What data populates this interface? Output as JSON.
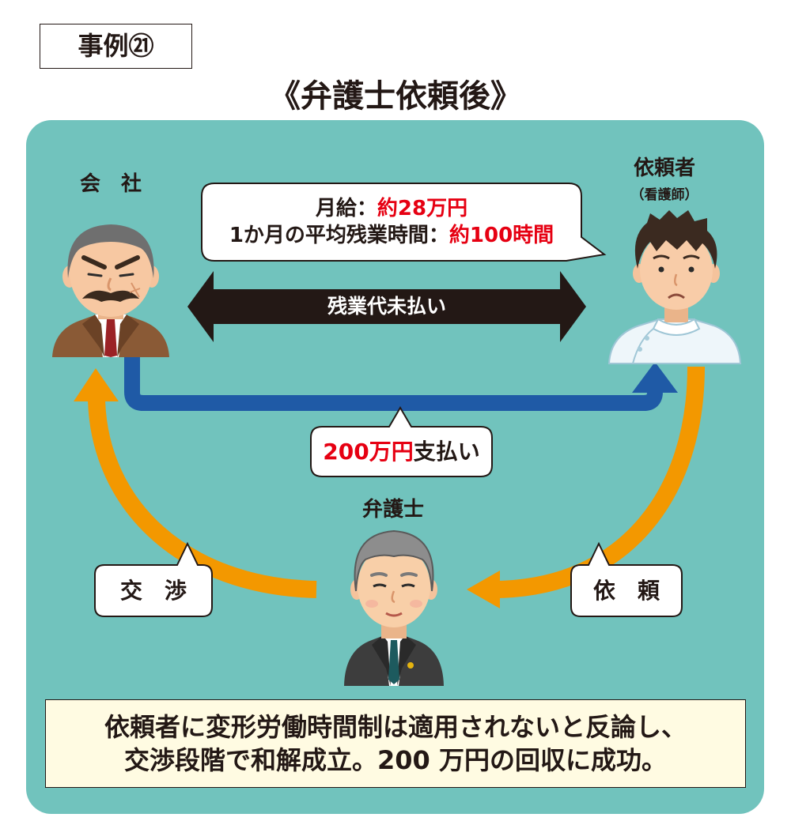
{
  "case_label": "事例㉑",
  "title": "《弁護士依頼後》",
  "company": {
    "label": "会　社"
  },
  "client": {
    "label": "依頼者",
    "sublabel": "（看護師）"
  },
  "lawyer": {
    "label": "弁護士"
  },
  "conditions_bubble": {
    "salary_label": "月給：",
    "salary_value": "約28万円",
    "overtime_label": "1か月の平均残業時間：",
    "overtime_value": "約100時間"
  },
  "dispute_arrow": {
    "label": "残業代未払い"
  },
  "payment_bubble": {
    "amount": "200万円",
    "label": "支払い"
  },
  "negotiation_bubble": {
    "label": "交　渉"
  },
  "request_bubble": {
    "label": "依　頼"
  },
  "summary": {
    "line1": "依頼者に変形労働時間制は適用されないと反論し、",
    "line2": "交渉段階で和解成立。200 万円の回収に成功。"
  },
  "colors": {
    "panel": "#71c3bd",
    "dispute_arrow": "#231815",
    "payment_arrow": "#1f5aa6",
    "process_arrow": "#f39800",
    "highlight": "#e60012",
    "summary_background": "#fffbe2"
  }
}
